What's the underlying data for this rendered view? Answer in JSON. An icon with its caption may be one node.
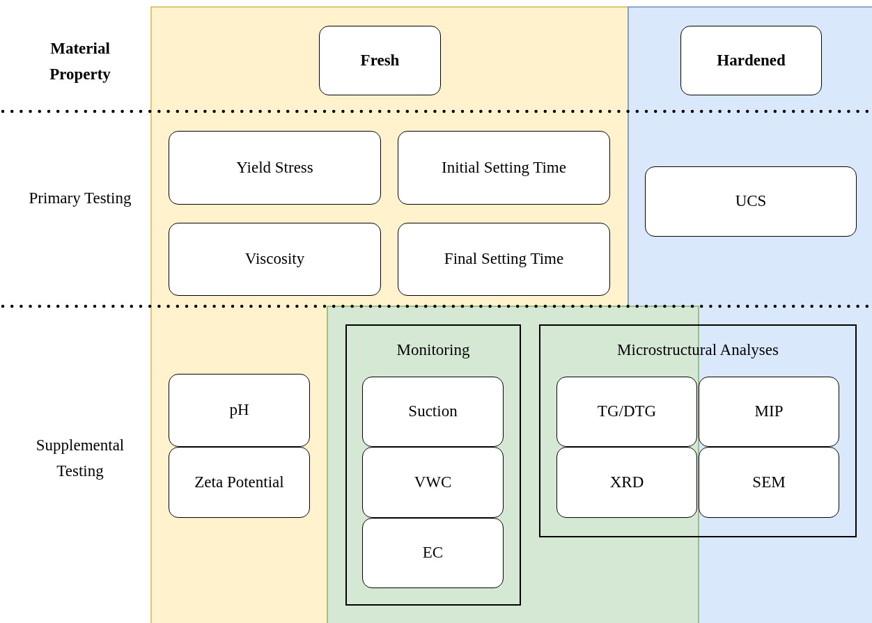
{
  "diagram": {
    "nodes": [
      {
        "text": [
          "Fresh"
        ]
      },
      {
        "text": [
          "Hardened"
        ]
      },
      {
        "text": [
          "Yield Stress"
        ]
      },
      {
        "text": [
          "Initial Setting Time"
        ]
      },
      {
        "text": [
          "Viscosity"
        ]
      },
      {
        "text": [
          "Final Setting Time"
        ]
      },
      {
        "text": [
          "UCS"
        ]
      },
      {
        "text": [
          "pH"
        ]
      },
      {
        "text": [
          "Zeta Potential"
        ]
      },
      {
        "text": [
          "Monitoring"
        ]
      },
      {
        "text": [
          "Suction"
        ],
        "in": 9
      },
      {
        "text": [
          "VWC"
        ],
        "in": 9
      },
      {
        "text": [
          "EC"
        ],
        "in": 9
      },
      {
        "text": [
          "Microstructural Analyses"
        ]
      },
      {
        "text": [
          "TG/DTG"
        ],
        "in": 13
      },
      {
        "text": [
          "MIP"
        ],
        "in": 13
      },
      {
        "text": [
          "XRD"
        ],
        "in": 13
      },
      {
        "text": [
          "SEM"
        ],
        "in": 13
      }
    ],
    "labels": [
      "Material Property",
      "Primary Testing",
      "Supplemental Testing"
    ]
  }
}
